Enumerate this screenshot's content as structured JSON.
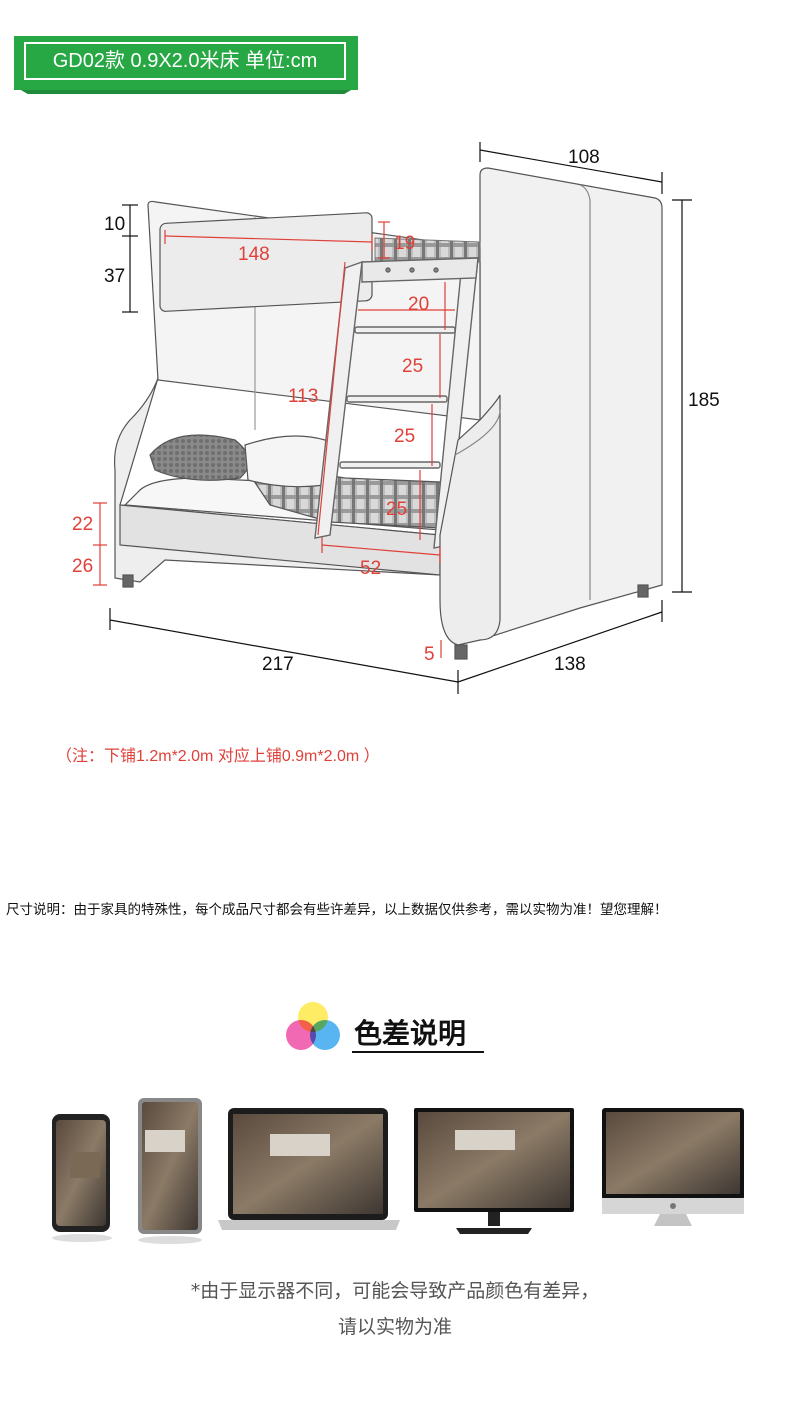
{
  "banner": {
    "text": "GD02款 0.9X2.0米床 单位:cm",
    "bg_color": "#28a745"
  },
  "dimensions": {
    "top_width": "108",
    "height_total": "185",
    "headboard_top": "10",
    "headboard_panel": "37",
    "guard_length": "148",
    "guard_height": "19",
    "ladder_top_step": "20",
    "ladder_step_1": "25",
    "ladder_step_2": "25",
    "ladder_step_3": "25",
    "upper_height": "113",
    "lower_side": "22",
    "lower_clearance": "26",
    "ladder_width": "52",
    "foot_height": "5",
    "length": "217",
    "depth": "138"
  },
  "colors": {
    "dimension_red": "#e0403a",
    "dimension_black": "#111111"
  },
  "note": "（注：下铺1.2m*2.0m 对应上铺0.9m*2.0m ）",
  "size_explanation": "尺寸说明：由于家具的特殊性，每个成品尺寸都会有些许差异，以上数据仅供参考，需以实物为准！望您理解！",
  "color_diff": {
    "title": "色差说明",
    "icon": "color-circles-icon",
    "devices": [
      "phone-icon",
      "tablet-icon",
      "laptop-icon",
      "monitor-icon",
      "imac-icon"
    ],
    "disclaimer_line1": "*由于显示器不同，可能会导致产品颜色有差异，",
    "disclaimer_line2": "请以实物为准"
  }
}
